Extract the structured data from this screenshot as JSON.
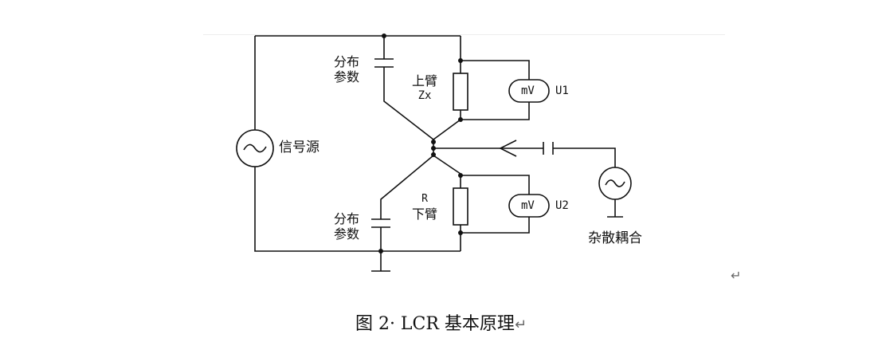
{
  "diagram": {
    "labels": {
      "dist_param_top_line1": "分布",
      "dist_param_top_line2": "参数",
      "upper_arm_line1": "上臂",
      "upper_arm_line2": "Zx",
      "meter_top": "mV",
      "meter_top_name": "U1",
      "signal_source": "信号源",
      "lower_arm_line1": "R",
      "lower_arm_line2": "下臂",
      "meter_bottom": "mV",
      "meter_bottom_name": "U2",
      "dist_param_bottom_line1": "分布",
      "dist_param_bottom_line2": "参数",
      "stray_coupling": "杂散耦合"
    }
  },
  "document": {
    "paragraph_mark": "↵",
    "caption": "图 2· LCR 基本原理",
    "caption_mark": "↵"
  }
}
